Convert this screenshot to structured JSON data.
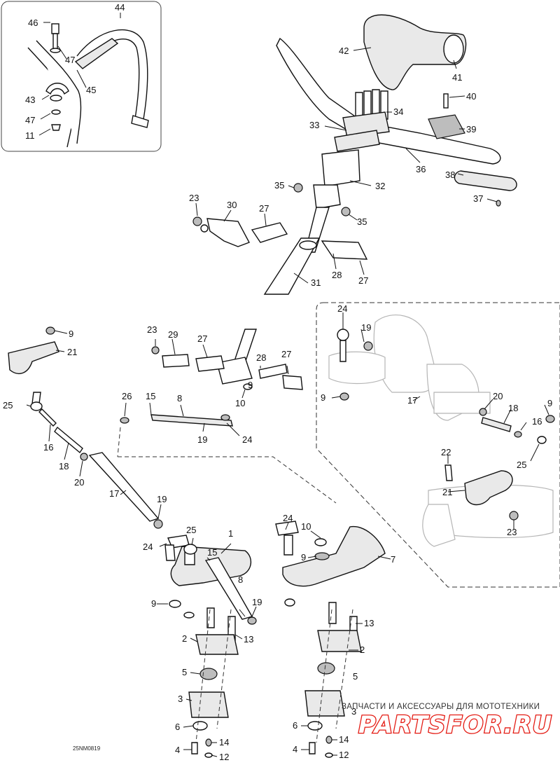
{
  "callouts": {
    "n1": "1",
    "n2": "2",
    "n3": "3",
    "n4": "4",
    "n5": "5",
    "n6": "6",
    "n7": "7",
    "n8": "8",
    "n9": "9",
    "n10": "10",
    "n11": "11",
    "n12": "12",
    "n13": "13",
    "n14": "14",
    "n15": "15",
    "n16": "16",
    "n17": "17",
    "n18": "18",
    "n19": "19",
    "n20": "20",
    "n21": "21",
    "n22": "22",
    "n23": "23",
    "n24": "24",
    "n25": "25",
    "n26": "26",
    "n27": "27",
    "n28": "28",
    "n29": "29",
    "n30": "30",
    "n31": "31",
    "n32": "32",
    "n33": "33",
    "n34": "34",
    "n35": "35",
    "n36": "36",
    "n37": "37",
    "n38": "38",
    "n39": "39",
    "n40": "40",
    "n41": "41",
    "n42": "42",
    "n43": "43",
    "n44": "44",
    "n45": "45",
    "n46": "46",
    "n47": "47"
  },
  "drawing_code": "25NM0819",
  "watermark": {
    "tagline": "ЗАПЧАСТИ И АКСЕССУАРЫ ДЛЯ МОТОТЕХНИКИ",
    "logo": "PARTSFOR.RU"
  },
  "colors": {
    "ink": "#111111",
    "watermark_red": "#e41b13",
    "background": "#ffffff"
  }
}
